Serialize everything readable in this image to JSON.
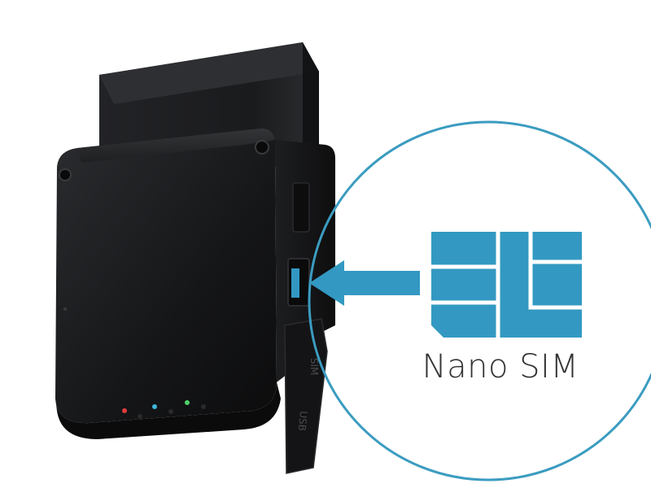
{
  "callout": {
    "caption": "Nano SIM",
    "ring_color": "#3b9cc0",
    "sim_color": "#3399c2",
    "arrow_color": "#3399c2"
  },
  "device": {
    "body_color": "#1b1c1e",
    "port_label": "USB",
    "slot_label": "SIM"
  }
}
